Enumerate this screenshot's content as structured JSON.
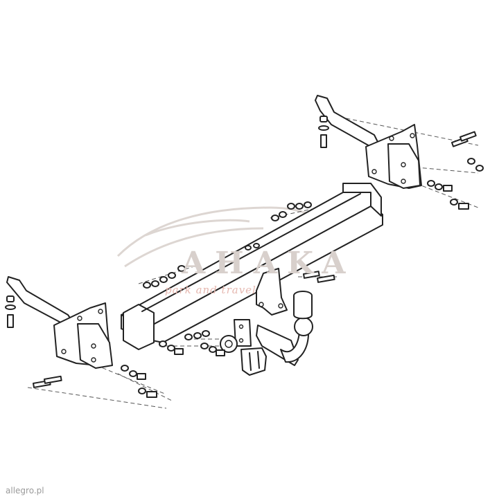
{
  "watermark": {
    "brand": "AHAKA",
    "tagline": "park and travel",
    "color": "#d8d0cc",
    "tag_color": "#e6b8b0"
  },
  "corner_mark": "allegro.pl",
  "parts": [
    "tow-bar-crossbeam",
    "left-mounting-bracket",
    "right-mounting-bracket",
    "ball-neck",
    "tow-ball",
    "ball-cover",
    "socket-plate",
    "electrical-socket",
    "bolts-nuts-washers"
  ]
}
